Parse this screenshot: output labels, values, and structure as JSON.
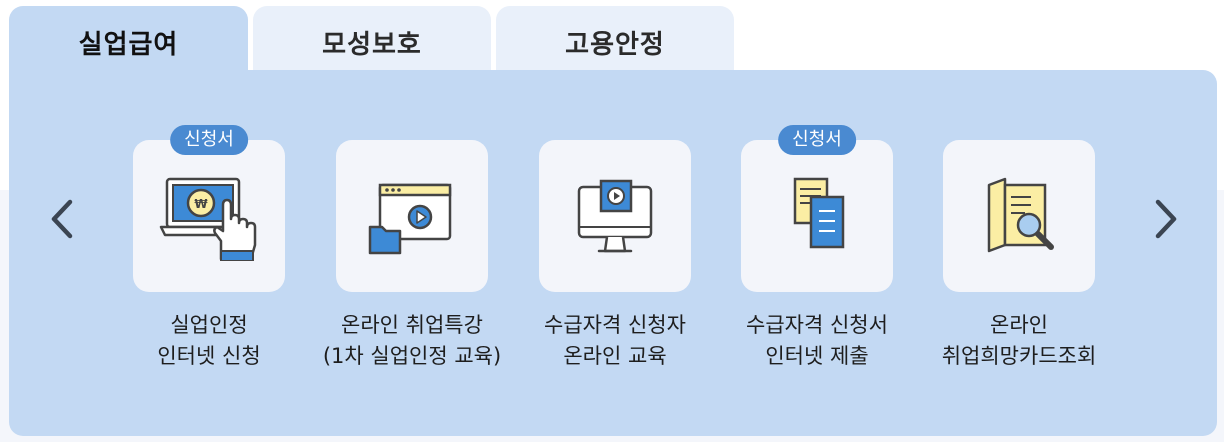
{
  "tabs": [
    {
      "label": "실업급여",
      "active": true
    },
    {
      "label": "모성보호",
      "active": false
    },
    {
      "label": "고용안정",
      "active": false
    }
  ],
  "items": [
    {
      "badge": "신청서",
      "line1": "실업인정",
      "line2": "인터넷 신청",
      "icon": "laptop-won-touch-icon"
    },
    {
      "badge": "",
      "line1": "온라인 취업특강",
      "line2": "(1차 실업인정 교육)",
      "icon": "browser-folder-play-icon"
    },
    {
      "badge": "",
      "line1": "수급자격 신청자",
      "line2": "온라인 교육",
      "icon": "monitor-play-icon"
    },
    {
      "badge": "신청서",
      "line1": "수급자격 신청서",
      "line2": "인터넷 제출",
      "icon": "documents-icon"
    },
    {
      "badge": "",
      "line1": "온라인",
      "line2": "취업희망카드조회",
      "icon": "card-search-icon"
    }
  ],
  "colors": {
    "panel": "#c3d9f3",
    "tab_inactive": "#e9f0fa",
    "badge": "#4a8ad1",
    "icon_blue": "#3d8ad6",
    "icon_yellow": "#fbeea4"
  }
}
